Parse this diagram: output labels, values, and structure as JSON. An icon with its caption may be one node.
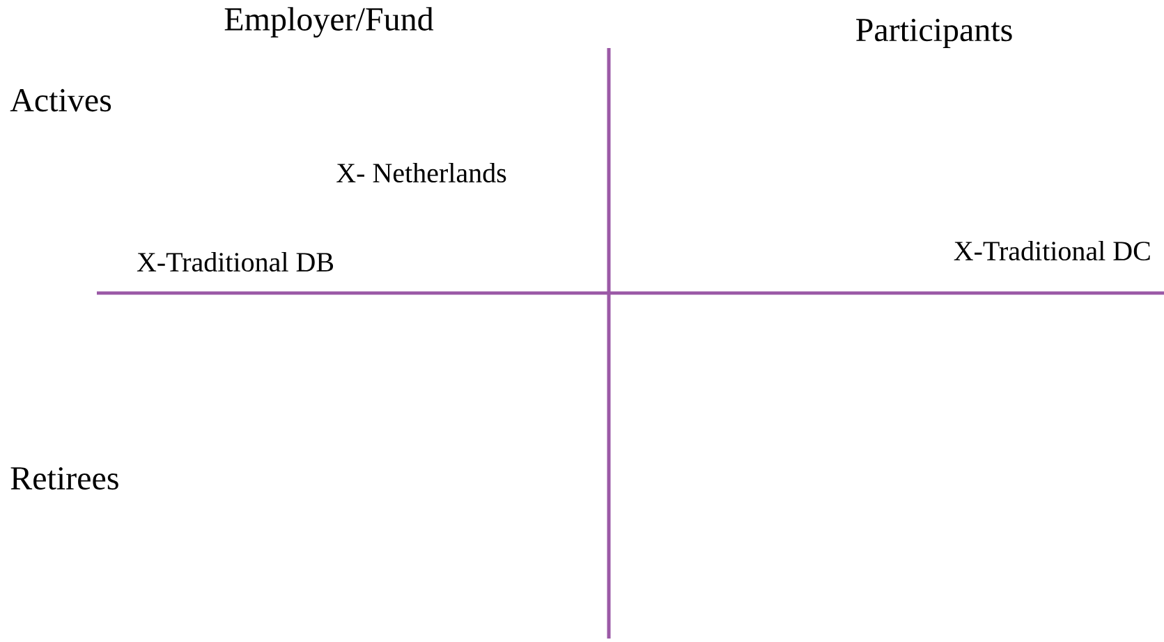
{
  "diagram": {
    "labels": [
      "Employer/Fund",
      "Participants",
      "Actives",
      "X- Netherlands",
      "X-Traditional DB",
      "X-Traditional DC",
      "Retirees"
    ]
  }
}
